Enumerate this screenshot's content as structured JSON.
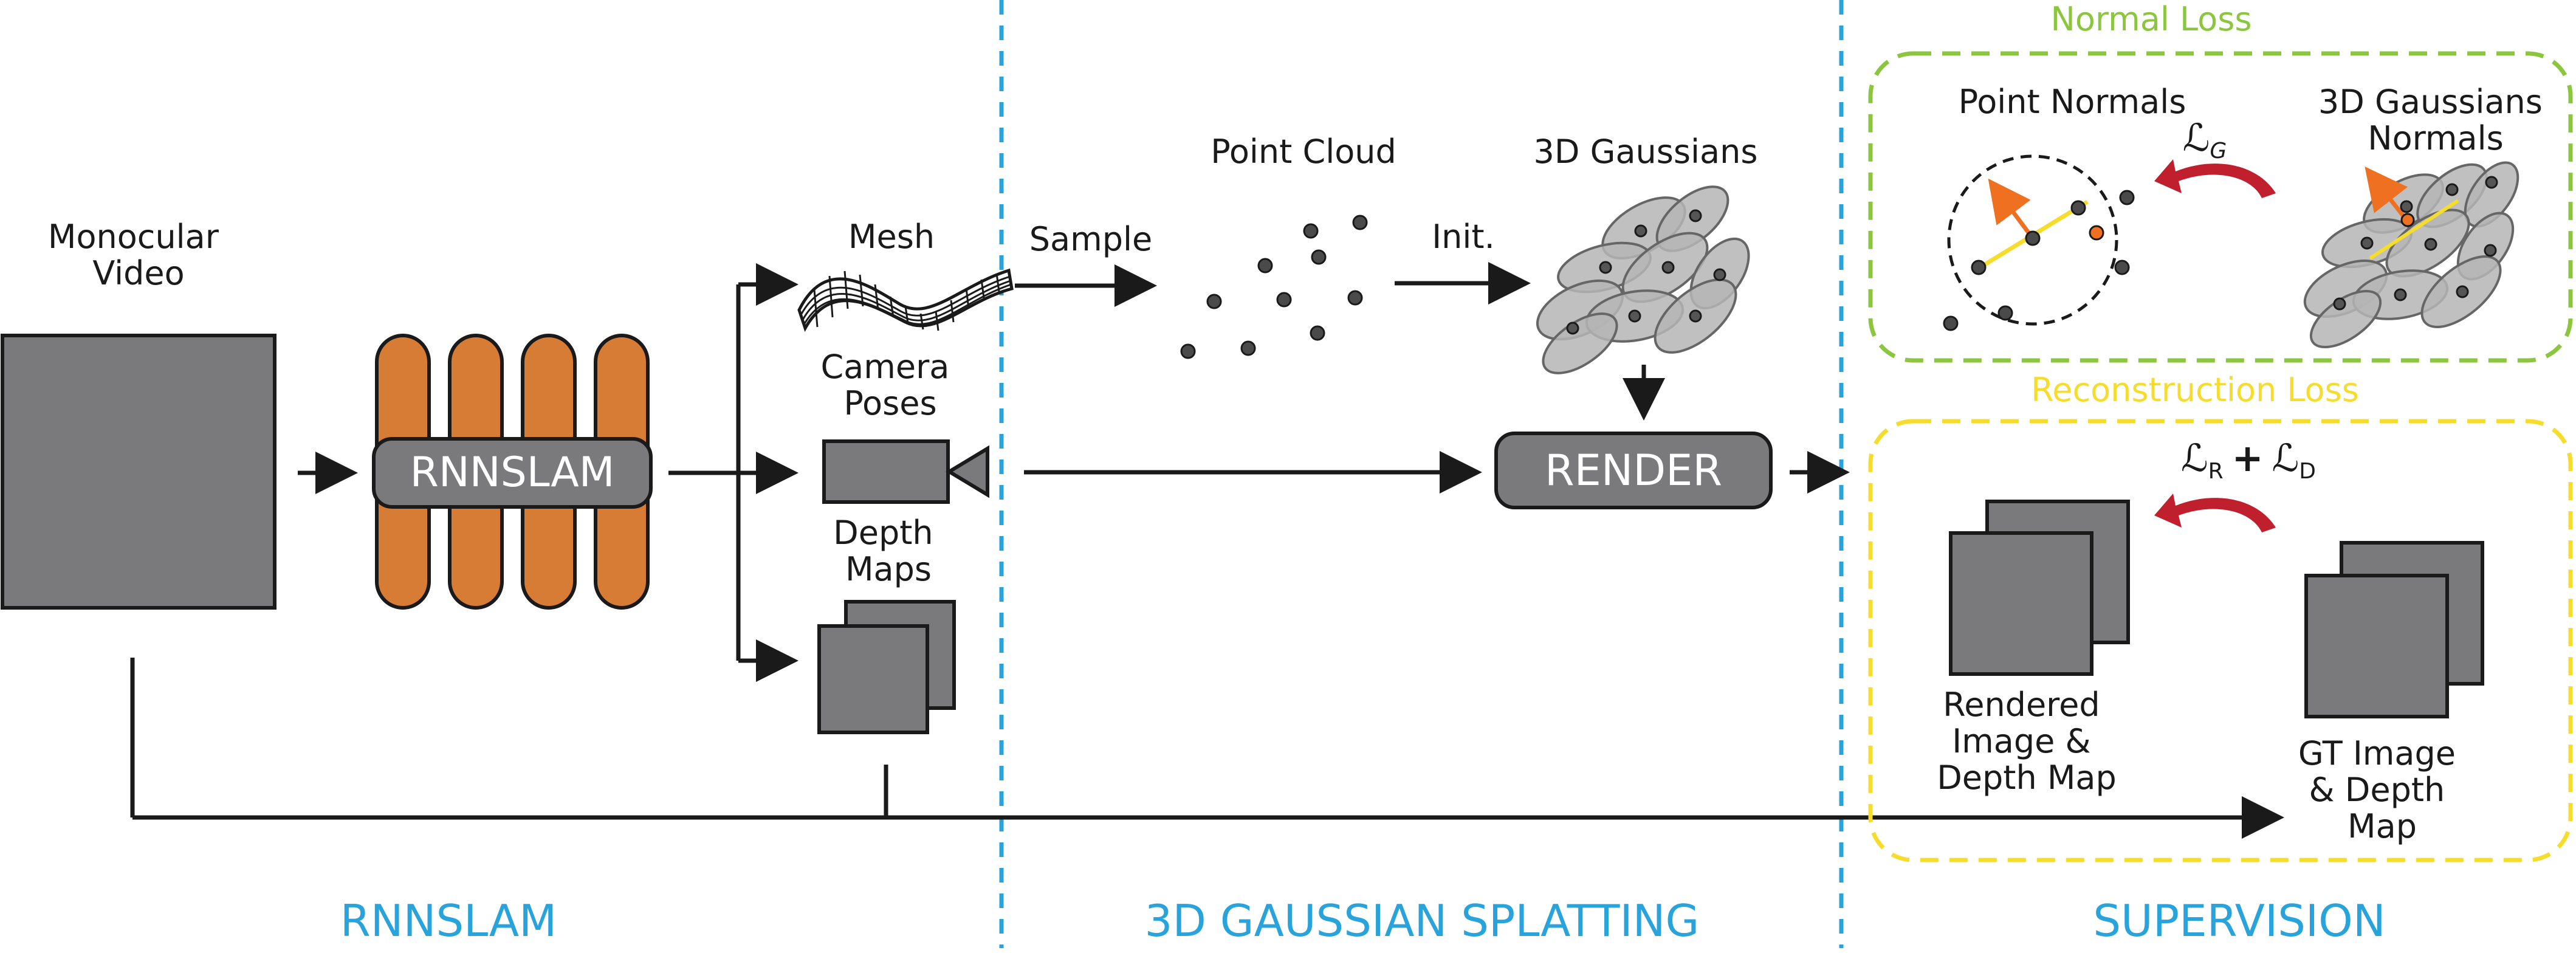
{
  "labels": {
    "monocular_video": [
      "Monocular",
      "Video"
    ],
    "rnnslam_block": "RNNSLAM",
    "mesh": "Mesh",
    "camera_poses": [
      "Camera",
      "Poses"
    ],
    "depth_maps": [
      "Depth",
      "Maps"
    ],
    "sample": "Sample",
    "point_cloud": "Point Cloud",
    "init": "Init.",
    "gaussians_3d": "3D Gaussians",
    "render": "RENDER",
    "normal_loss": "Normal Loss",
    "point_normals": "Point Normals",
    "gaussians_normals": [
      "3D Gaussians",
      "Normals"
    ],
    "loss_g_symbol": "ℒ",
    "loss_g_sub": "G",
    "reconstruction_loss": "Reconstruction Loss",
    "loss_r_symbol": "ℒ",
    "loss_r_sub": "R",
    "plus": "+",
    "loss_d_symbol": "ℒ",
    "loss_d_sub": "D",
    "rendered_image": [
      "Rendered",
      "Image &",
      "Depth Map"
    ],
    "gt_image": [
      "GT Image",
      "& Depth",
      "Map"
    ]
  },
  "sections": {
    "rnnslam": "RNNSLAM",
    "gaussian_splatting": "3D GAUSSIAN SPLATTING",
    "supervision": "SUPERVISION"
  },
  "colors": {
    "section_text": "#29a3dc",
    "divider": "#29a3dc",
    "rnn_orange": "#d67c35",
    "box_gray": "#7a7a7c",
    "normal_loss_green": "#8cc63f",
    "reconstruction_loss_yellow": "#f5dc2d",
    "loss_arrow_red": "#c0202e",
    "normal_arrow_orange": "#ee7020",
    "normal_line_yellow": "#f5dc2d"
  }
}
